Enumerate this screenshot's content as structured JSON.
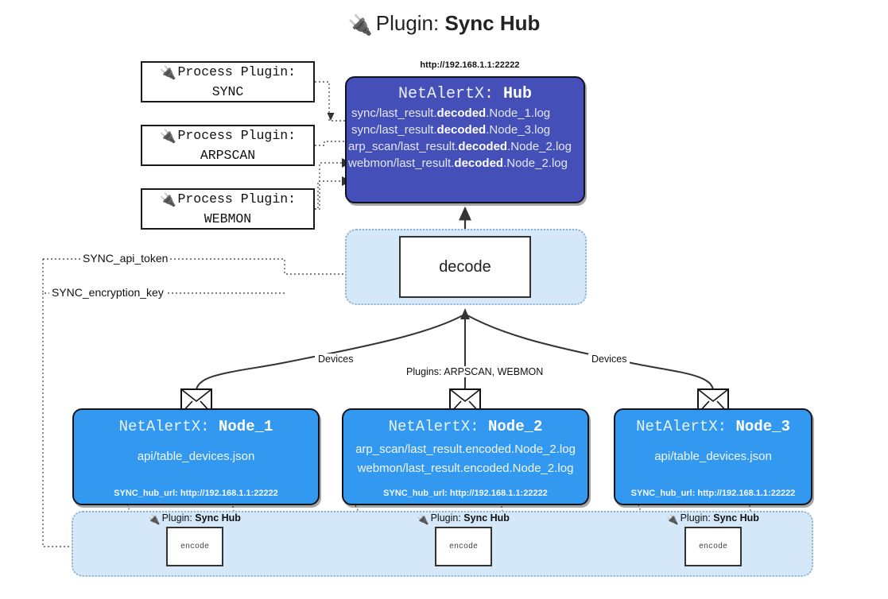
{
  "title": {
    "icon": "plug-icon",
    "prefix": "Plugin:",
    "name": "Sync Hub"
  },
  "process_plugins": [
    {
      "icon": "plug-icon",
      "label": "Process Plugin:",
      "name": "SYNC"
    },
    {
      "icon": "plug-icon",
      "label": "Process Plugin:",
      "name": "ARPSCAN"
    },
    {
      "icon": "plug-icon",
      "label": "Process Plugin:",
      "name": "WEBMON"
    }
  ],
  "hub": {
    "url": "http://192.168.1.1:22222",
    "title_prefix": "NetAlertX:",
    "title_name": "Hub",
    "logs": [
      {
        "pre": "sync/last_result.",
        "em": "decoded",
        "post": ".Node_1.log"
      },
      {
        "pre": "sync/last_result.",
        "em": "decoded",
        "post": ".Node_3.log"
      },
      {
        "pre": "arp_scan/last_result.",
        "em": "decoded",
        "post": ".Node_2.log"
      },
      {
        "pre": "webmon/last_result.",
        "em": "decoded",
        "post": ".Node_2.log"
      }
    ]
  },
  "decode": {
    "label": "decode"
  },
  "secrets": [
    {
      "label": "SYNC_api_token"
    },
    {
      "label": "SYNC_encryption_key"
    }
  ],
  "edge_labels": {
    "devices_left": "Devices",
    "devices_right": "Devices",
    "plugins_center": "Plugins: ARPSCAN, WEBMON"
  },
  "nodes": [
    {
      "icon": "envelope-icon",
      "title_prefix": "NetAlertX:",
      "title_name": "Node_1",
      "lines": [
        "api/table_devices.json"
      ],
      "footer": "SYNC_hub_url: http://192.168.1.1:22222"
    },
    {
      "icon": "envelope-icon",
      "title_prefix": "NetAlertX:",
      "title_name": "Node_2",
      "lines": [
        "arp_scan/last_result.encoded.Node_2.log",
        "webmon/last_result.encoded.Node_2.log"
      ],
      "footer": "SYNC_hub_url: http://192.168.1.1:22222"
    },
    {
      "icon": "envelope-icon",
      "title_prefix": "NetAlertX:",
      "title_name": "Node_3",
      "lines": [
        "api/table_devices.json"
      ],
      "footer": "SYNC_hub_url: http://192.168.1.1:22222"
    }
  ],
  "encoders": [
    {
      "plugin_prefix": "Plugin:",
      "plugin_name": "Sync Hub",
      "label": "encode"
    },
    {
      "plugin_prefix": "Plugin:",
      "plugin_name": "Sync Hub",
      "label": "encode"
    },
    {
      "plugin_prefix": "Plugin:",
      "plugin_name": "Sync Hub",
      "label": "encode"
    }
  ],
  "colors": {
    "hub": "#4450b8",
    "node": "#3399f0",
    "container": "#d4e8fa",
    "container_border": "#8fb3cc",
    "stroke": "#333333"
  }
}
